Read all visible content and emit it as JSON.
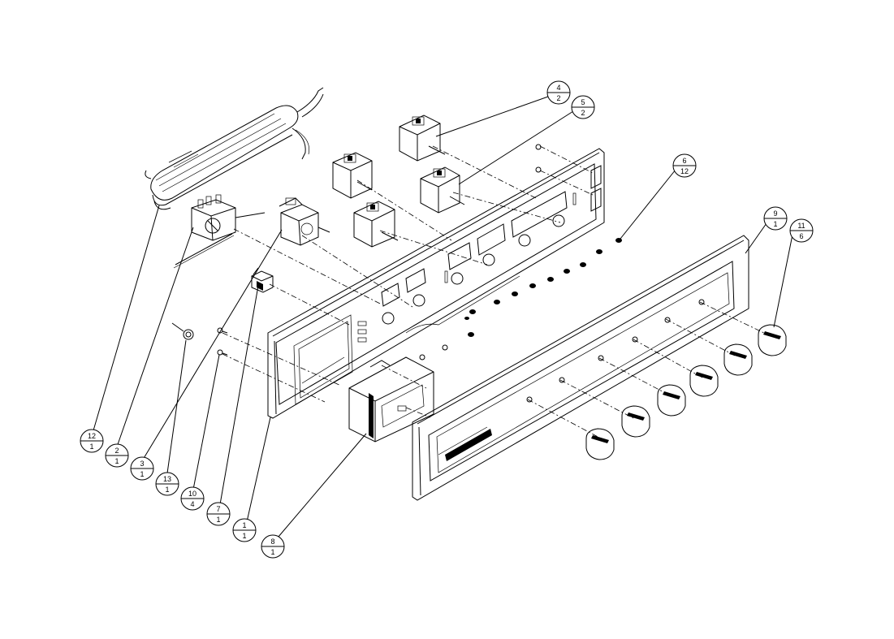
{
  "callouts": [
    {
      "id": "c4",
      "top": "4",
      "bottom": "2"
    },
    {
      "id": "c5",
      "top": "5",
      "bottom": "2"
    },
    {
      "id": "c6",
      "top": "6",
      "bottom": "12"
    },
    {
      "id": "c9",
      "top": "9",
      "bottom": "1"
    },
    {
      "id": "c11",
      "top": "11",
      "bottom": "6"
    },
    {
      "id": "c12",
      "top": "12",
      "bottom": "1"
    },
    {
      "id": "c2",
      "top": "2",
      "bottom": "1"
    },
    {
      "id": "c3",
      "top": "3",
      "bottom": "1"
    },
    {
      "id": "c13",
      "top": "13",
      "bottom": "1"
    },
    {
      "id": "c10",
      "top": "10",
      "bottom": "4"
    },
    {
      "id": "c7",
      "top": "7",
      "bottom": "1"
    },
    {
      "id": "c1",
      "top": "1",
      "bottom": "1"
    },
    {
      "id": "c8",
      "top": "8",
      "bottom": "1"
    }
  ],
  "colors": {
    "line": "#000000",
    "background": "#ffffff"
  }
}
